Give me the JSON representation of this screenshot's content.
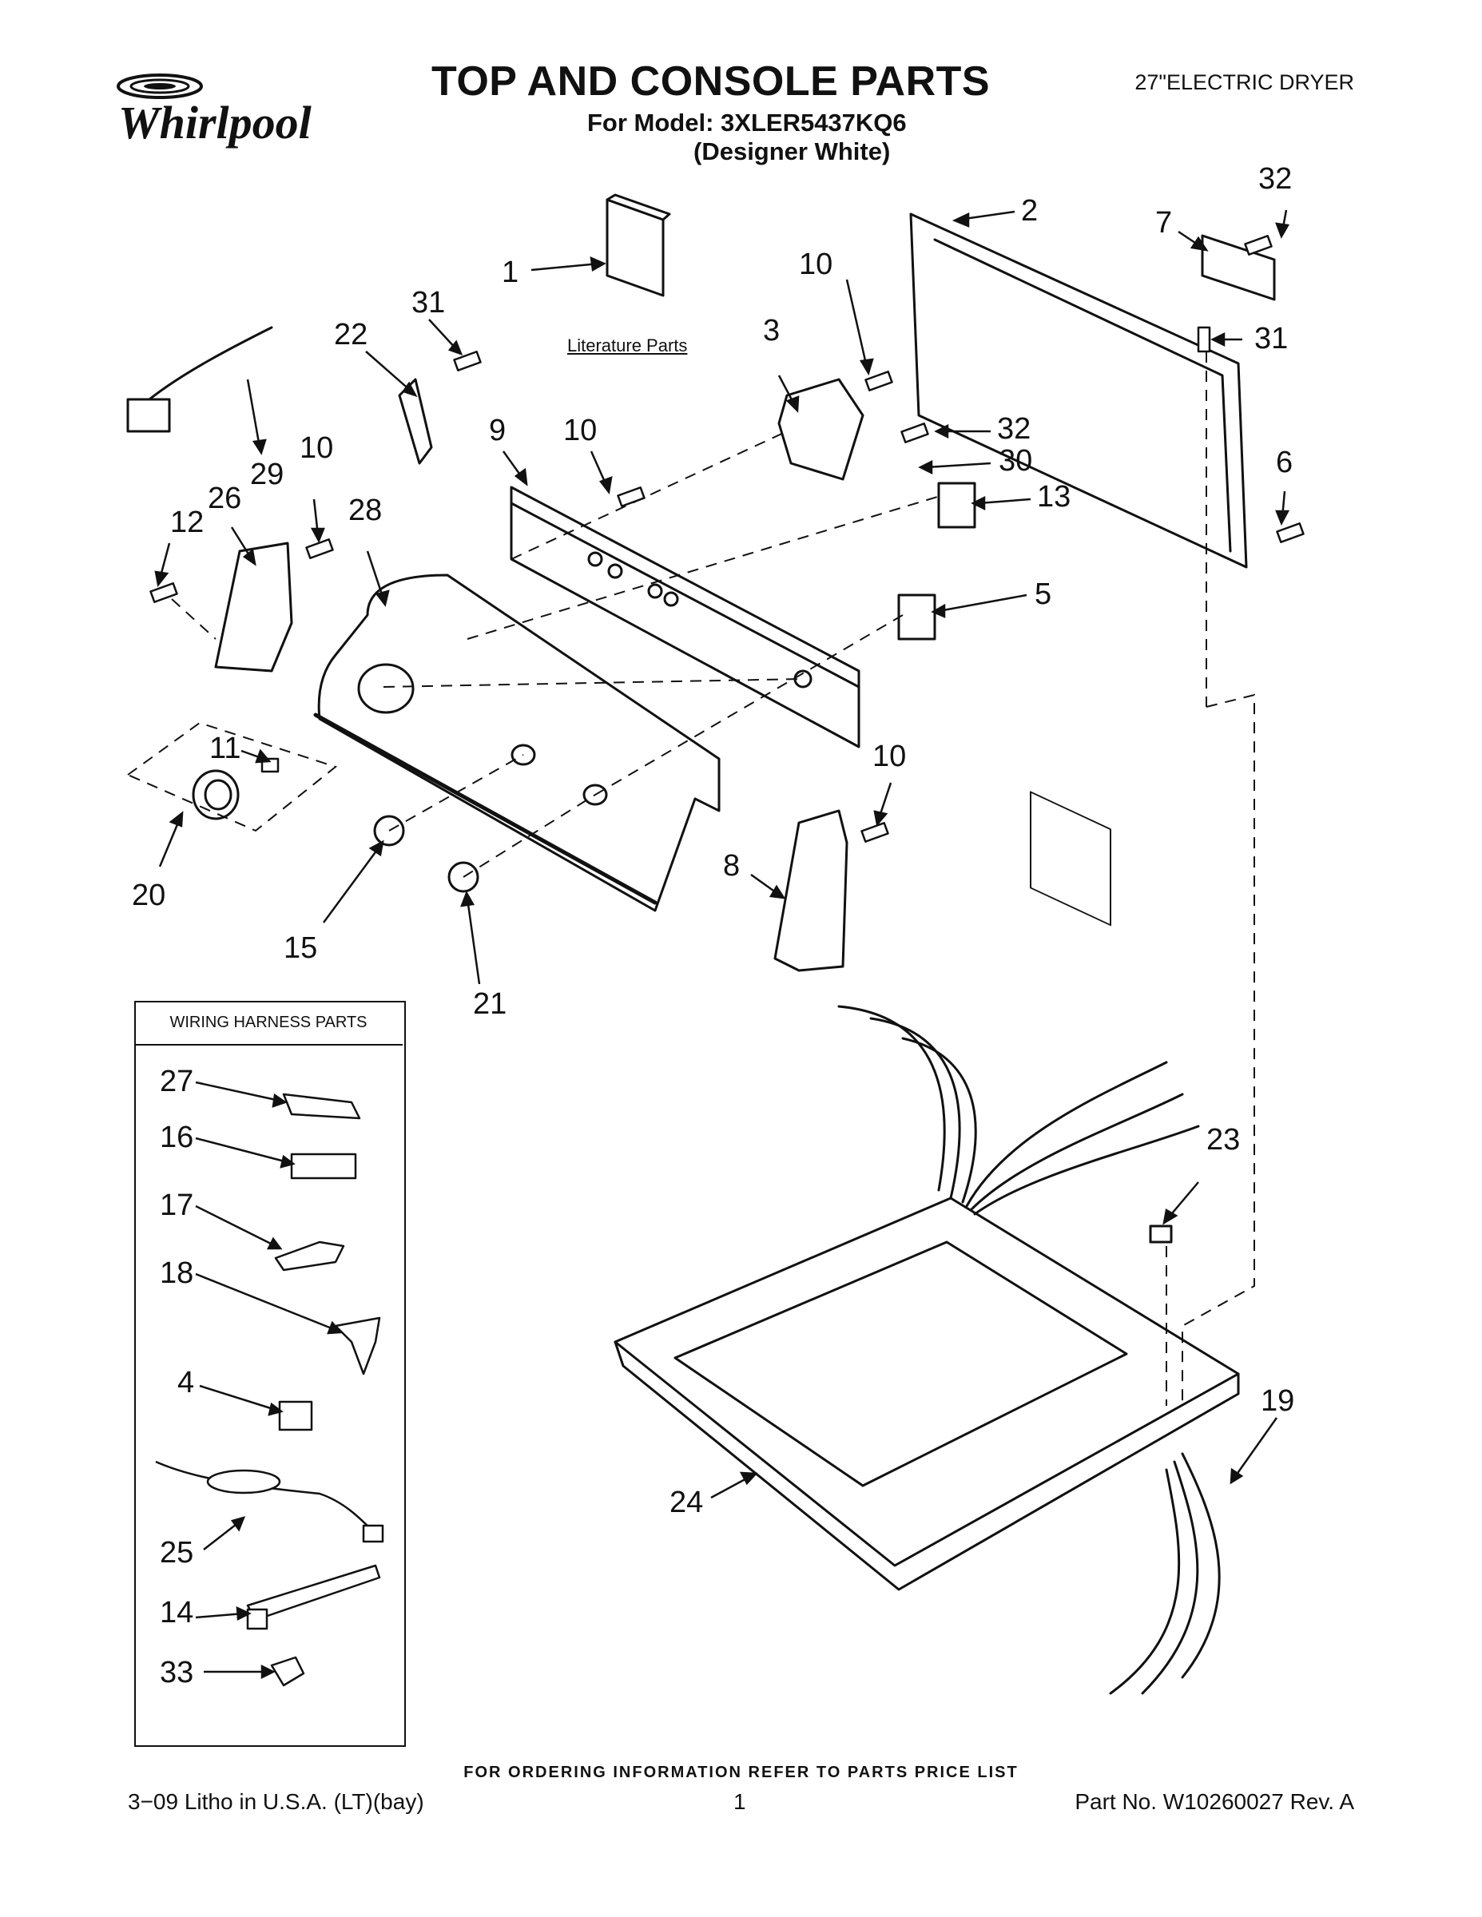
{
  "header": {
    "title": "TOP AND CONSOLE PARTS",
    "model_line": "For Model: 3XLER5437KQ6",
    "color_line": "(Designer White)",
    "product_type": "27\"ELECTRIC DRYER",
    "logo_text": "Whirlpool"
  },
  "literature_label": "Literature Parts",
  "harness_box_title": "WIRING HARNESS PARTS",
  "callouts": {
    "c1": "1",
    "c2": "2",
    "c3": "3",
    "c5": "5",
    "c6": "6",
    "c7": "7",
    "c8": "8",
    "c9": "9",
    "c10a": "10",
    "c10b": "10",
    "c10c": "10",
    "c10d": "10",
    "c11": "11",
    "c12": "12",
    "c13": "13",
    "c15": "15",
    "c19": "19",
    "c20": "20",
    "c21": "21",
    "c22": "22",
    "c23": "23",
    "c24": "24",
    "c26": "26",
    "c28": "28",
    "c29": "29",
    "c30": "30",
    "c31a": "31",
    "c31b": "31",
    "c32a": "32",
    "c32b": "32",
    "h27": "27",
    "h16": "16",
    "h17": "17",
    "h18": "18",
    "h4": "4",
    "h25": "25",
    "h14": "14",
    "h33": "33"
  },
  "footer": {
    "order_note": "FOR ORDERING INFORMATION REFER TO PARTS PRICE LIST",
    "litho": "3−09 Litho in U.S.A. (LT)(bay)",
    "page": "1",
    "part_no": "Part No. W10260027 Rev. A"
  }
}
